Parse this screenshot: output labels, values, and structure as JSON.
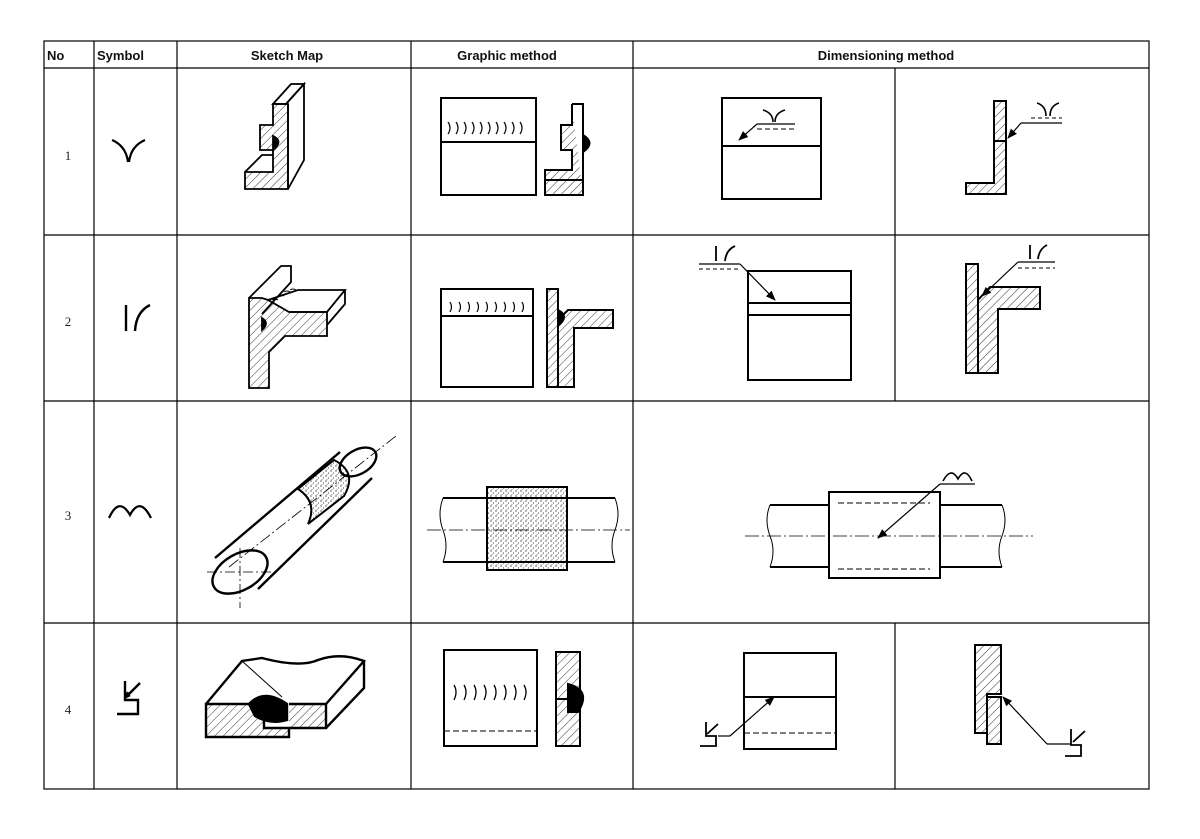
{
  "table": {
    "headers": {
      "no": "No",
      "symbol": "Symbol",
      "sketch": "Sketch Map",
      "graphic": "Graphic method",
      "dimensioning": "Dimensioning method"
    },
    "rows": [
      {
        "no": "1",
        "symbol_icon": "flare-v-groove-weld-icon"
      },
      {
        "no": "2",
        "symbol_icon": "flare-bevel-groove-weld-icon"
      },
      {
        "no": "3",
        "symbol_icon": "surfacing-weld-icon"
      },
      {
        "no": "4",
        "symbol_icon": "edge-flange-weld-icon"
      }
    ]
  }
}
